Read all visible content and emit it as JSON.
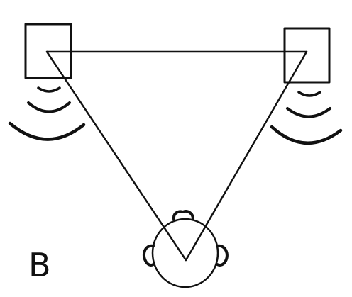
{
  "diagram": {
    "label": "B",
    "elements": {
      "left_speaker": "speaker",
      "right_speaker": "speaker",
      "listener": "listener-head",
      "sound_waves": "sound-waves",
      "listening_triangle": "triangle"
    },
    "colors": {
      "ink": "#111111",
      "background": "#ffffff"
    }
  }
}
